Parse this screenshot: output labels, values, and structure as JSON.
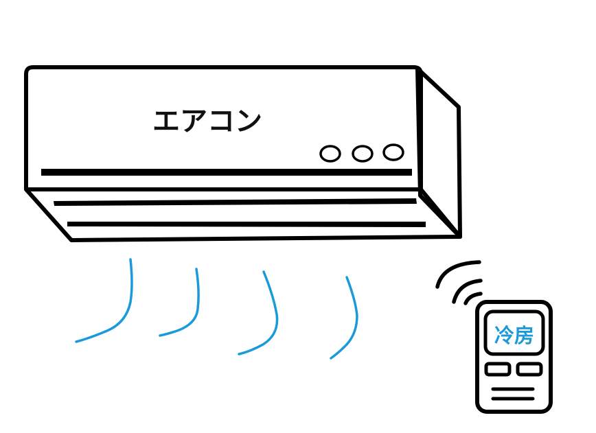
{
  "air_conditioner": {
    "label": "エアコン",
    "status_lights": [
      "light-1",
      "light-2",
      "light-3"
    ]
  },
  "remote_control": {
    "screen_text": "冷房"
  },
  "colors": {
    "outline": "#000000",
    "airflow": "#1a9ad8",
    "remote_text": "#1a9ad8",
    "background": "#ffffff"
  }
}
